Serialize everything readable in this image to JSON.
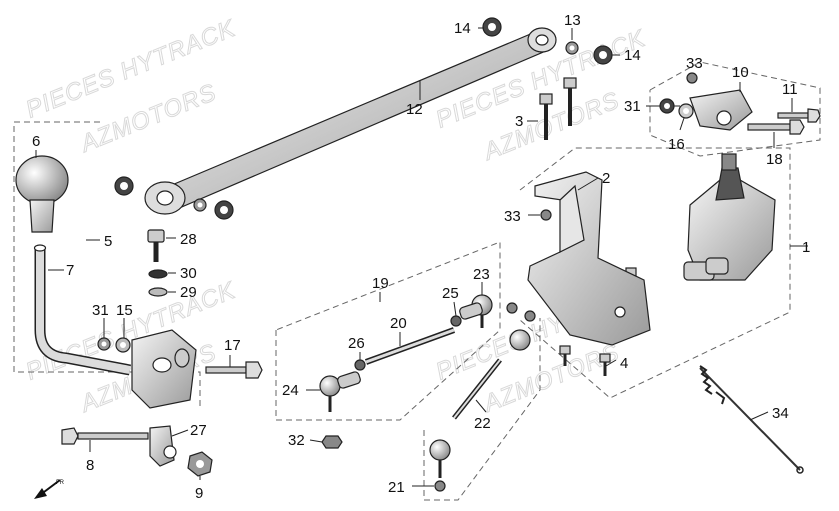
{
  "watermark": {
    "line1": "PIECES HYTRACK",
    "line2": "AZMOTORS"
  },
  "callouts": [
    {
      "id": "1",
      "text": "1"
    },
    {
      "id": "2",
      "text": "2"
    },
    {
      "id": "3",
      "text": "3"
    },
    {
      "id": "4",
      "text": "4"
    },
    {
      "id": "5",
      "text": "5"
    },
    {
      "id": "6",
      "text": "6"
    },
    {
      "id": "7",
      "text": "7"
    },
    {
      "id": "8",
      "text": "8"
    },
    {
      "id": "9",
      "text": "9"
    },
    {
      "id": "10",
      "text": "10"
    },
    {
      "id": "11",
      "text": "11"
    },
    {
      "id": "12",
      "text": "12"
    },
    {
      "id": "13",
      "text": "13"
    },
    {
      "id": "14a",
      "text": "14"
    },
    {
      "id": "14b",
      "text": "14"
    },
    {
      "id": "15",
      "text": "15"
    },
    {
      "id": "16",
      "text": "16"
    },
    {
      "id": "17",
      "text": "17"
    },
    {
      "id": "18",
      "text": "18"
    },
    {
      "id": "19",
      "text": "19"
    },
    {
      "id": "20",
      "text": "20"
    },
    {
      "id": "21",
      "text": "21"
    },
    {
      "id": "22",
      "text": "22"
    },
    {
      "id": "23",
      "text": "23"
    },
    {
      "id": "24",
      "text": "24"
    },
    {
      "id": "25",
      "text": "25"
    },
    {
      "id": "26",
      "text": "26"
    },
    {
      "id": "27",
      "text": "27"
    },
    {
      "id": "28",
      "text": "28"
    },
    {
      "id": "29",
      "text": "29"
    },
    {
      "id": "30",
      "text": "30"
    },
    {
      "id": "31a",
      "text": "31"
    },
    {
      "id": "31b",
      "text": "31"
    },
    {
      "id": "32",
      "text": "32"
    },
    {
      "id": "33a",
      "text": "33"
    },
    {
      "id": "33b",
      "text": "33"
    },
    {
      "id": "34",
      "text": "34"
    }
  ],
  "direction_arrow_label": "FR"
}
